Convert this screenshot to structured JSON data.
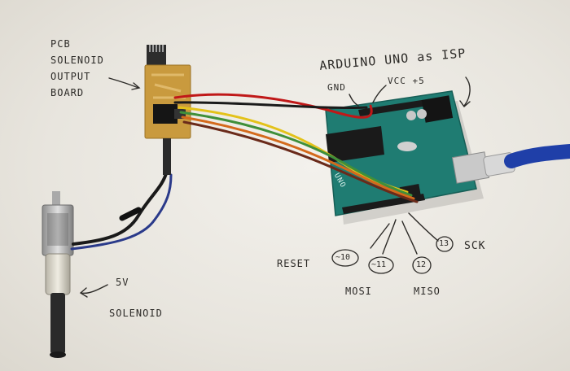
{
  "annotations": {
    "pcb_label": [
      "PCB",
      "SOLENOID",
      "OUTPUT",
      "BOARD"
    ],
    "arduino_title": "ARDUINO UNO as ISP",
    "gnd": "GND",
    "vcc": "VCC +5",
    "solenoid_label": [
      "5V",
      "SOLENOID"
    ],
    "reset": "RESET",
    "sck": "SCK",
    "mosi": "MOSI",
    "miso": "MISO",
    "pin_reset": "~10",
    "pin_mosi": "~11",
    "pin_miso": "12",
    "pin_sck": "13"
  },
  "board_print": {
    "uno": "UNO"
  },
  "colors": {
    "paper": "#ece9e3",
    "arduino_pcb": "#1f7c72",
    "usb_cable": "#1f3fa8",
    "pcb_copper": "#c99a3e",
    "wire_red": "#c01818",
    "wire_black": "#1a1a1a",
    "wire_yellow": "#e3c21a",
    "wire_green": "#3f8f3a",
    "wire_orange": "#d46a1c",
    "wire_blue": "#24306e"
  }
}
